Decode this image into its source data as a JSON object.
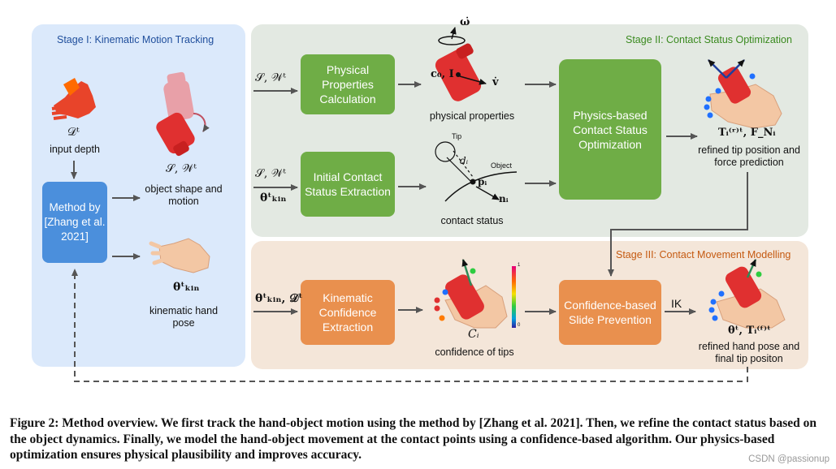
{
  "stage1": {
    "title": "Stage I: Kinematic Motion Tracking",
    "input_depth_symbol": "𝒟ᵗ",
    "input_depth_label": "input depth",
    "method_box": "Method by [Zhang et al. 2021]",
    "object_symbol": "𝒮, 𝒲ᵗ",
    "object_label": "object shape and motion",
    "hand_symbol": "θᵗₖᵢₙ",
    "hand_label": "kinematic hand pose"
  },
  "stage2": {
    "title": "Stage II: Contact Status Optimization",
    "input_top": "𝒮, 𝒲ᵗ",
    "input_bottom_a": "𝒮, 𝒲ᵗ",
    "input_bottom_b": "θᵗₖᵢₙ",
    "box_physical": "Physical Properties Calculation",
    "box_initial": "Initial Contact Status Extraction",
    "box_physics": "Physics-based Contact Status Optimization",
    "physical_properties_label": "physical properties",
    "physical_symbols": "c₀, I",
    "omega": "ω̇",
    "velocity": "v̇",
    "contact_status_label": "contact status",
    "tip_label": "Tip",
    "object_label": "Object",
    "d_label": "dᵢ",
    "p_label": "pᵢ",
    "n_label": "nᵢ",
    "output_symbol": "Tᵢ⁽ʳ⁾ᵗ, F_Nᵢ",
    "output_label": "refined tip position and force prediction"
  },
  "stage3": {
    "title": "Stage III: Contact Movement Modelling",
    "input": "θᵗₖᵢₙ, 𝒟ᵗ",
    "box_kinematic": "Kinematic Confidence Extraction",
    "box_slide": "Confidence-based Slide Prevention",
    "ik_label": "IK",
    "confidence_symbol": "Cᵢ",
    "confidence_label": "confidence of tips",
    "colorbar_top": "1",
    "colorbar_bottom": "0",
    "output_symbol": "θᵗ, Tᵢ⁽ᶠ⁾ᵗ",
    "output_label": "refined hand pose and final tip positon"
  },
  "caption": "Figure 2: Method overview. We first track the hand-object motion using the method by [Zhang et al. 2021]. Then, we refine the contact status based on the object dynamics. Finally, we model the hand-object movement at the contact points using a confidence-based algorithm. Our physics-based optimization ensures physical plausibility and improves accuracy.",
  "watermark": "CSDN @passionup",
  "colors": {
    "stage1_bg": "#dbe9fb",
    "stage2_bg": "#e3e9e2",
    "stage3_bg": "#f4e6d9",
    "green_box": "#6fad46",
    "orange_box": "#e9904e",
    "blue_box": "#4b8fdc",
    "stage1_title": "#1f4e9c",
    "stage2_title": "#3a8a1f",
    "stage3_title": "#c55a11"
  }
}
